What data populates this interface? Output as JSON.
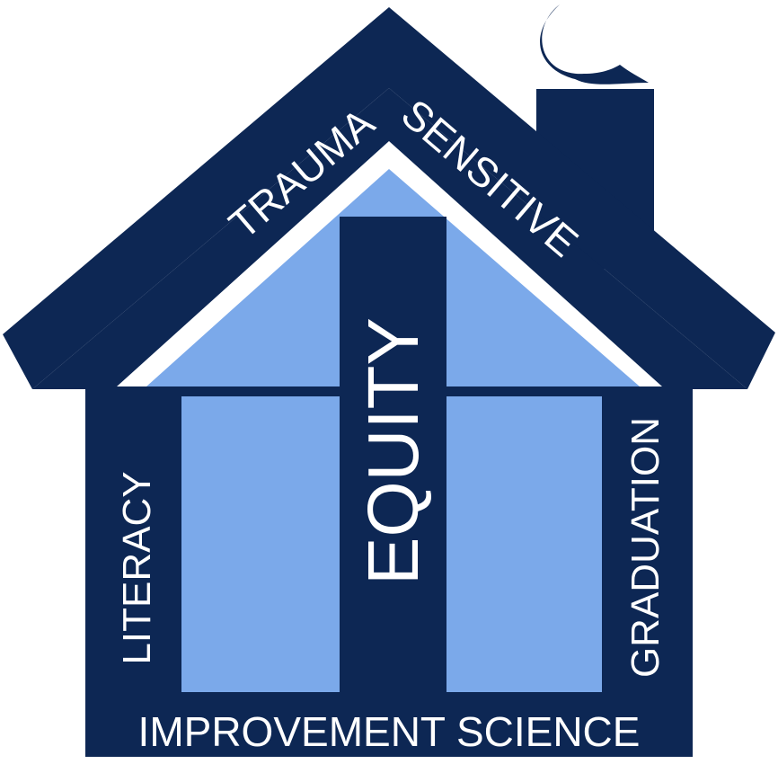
{
  "colors": {
    "navy": "#0d2754",
    "light_blue": "#7ba9ea",
    "white": "#ffffff"
  },
  "labels": {
    "roof_left": "TRAUMA",
    "roof_right": "SENSITIVE",
    "center_pillar": "EQUITY",
    "left_wall": "LITERACY",
    "right_wall": "GRADUATION",
    "foundation": "IMPROVEMENT SCIENCE"
  },
  "icons": {
    "chimney_smoke": "crescent-smoke-icon"
  }
}
